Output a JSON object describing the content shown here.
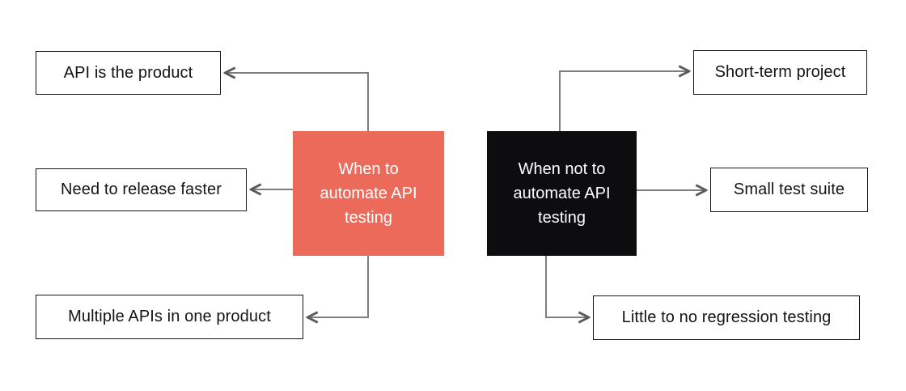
{
  "diagram": {
    "left_group": {
      "center_label": "When to automate API testing",
      "center_color": "#EB6A5A",
      "items": [
        {
          "label": "API is the product"
        },
        {
          "label": "Need to release faster"
        },
        {
          "label": "Multiple APIs in one product"
        }
      ]
    },
    "right_group": {
      "center_label": "When not to automate API testing",
      "center_color": "#0D0D10",
      "items": [
        {
          "label": "Short-term project"
        },
        {
          "label": "Small test suite"
        },
        {
          "label": "Little to no regression testing"
        }
      ]
    },
    "colors": {
      "connector_line": "#7D7D7D",
      "leaf_border": "#141414",
      "leaf_background": "#FFFFFF",
      "leaf_text": "#141414",
      "center_text": "#FFFFFF",
      "page_background": "#FFFFFF"
    }
  }
}
